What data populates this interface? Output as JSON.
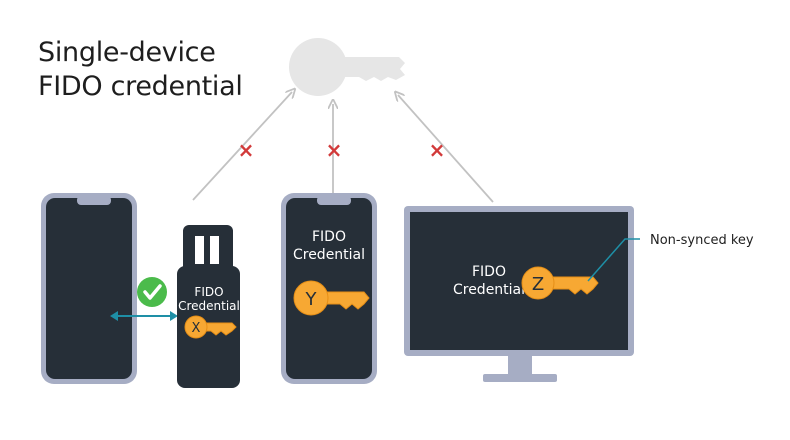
{
  "title": {
    "line1": "Single-device",
    "line2": "FIDO credential"
  },
  "devices": {
    "usb_key": {
      "label_line1": "FIDO",
      "label_line2": "Credential",
      "key_letter": "X"
    },
    "phone": {
      "label_line1": "FIDO",
      "label_line2": "Credential",
      "key_letter": "Y"
    },
    "monitor": {
      "label_line1": "FIDO",
      "label_line2": "Credential",
      "key_letter": "Z"
    }
  },
  "callout": {
    "text": "Non-synced key"
  },
  "blocked_marker": "×",
  "colors": {
    "device_dark": "#262f38",
    "device_frame": "#a6adc4",
    "key_orange": "#f7a833",
    "key_stroke": "#e58e16",
    "arrow_gray": "#c2c2c2",
    "cross_red": "#d23a3a",
    "check_green": "#4bbb4b",
    "link_teal": "#1e8fa6",
    "ghost_key": "#e6e6e6"
  }
}
